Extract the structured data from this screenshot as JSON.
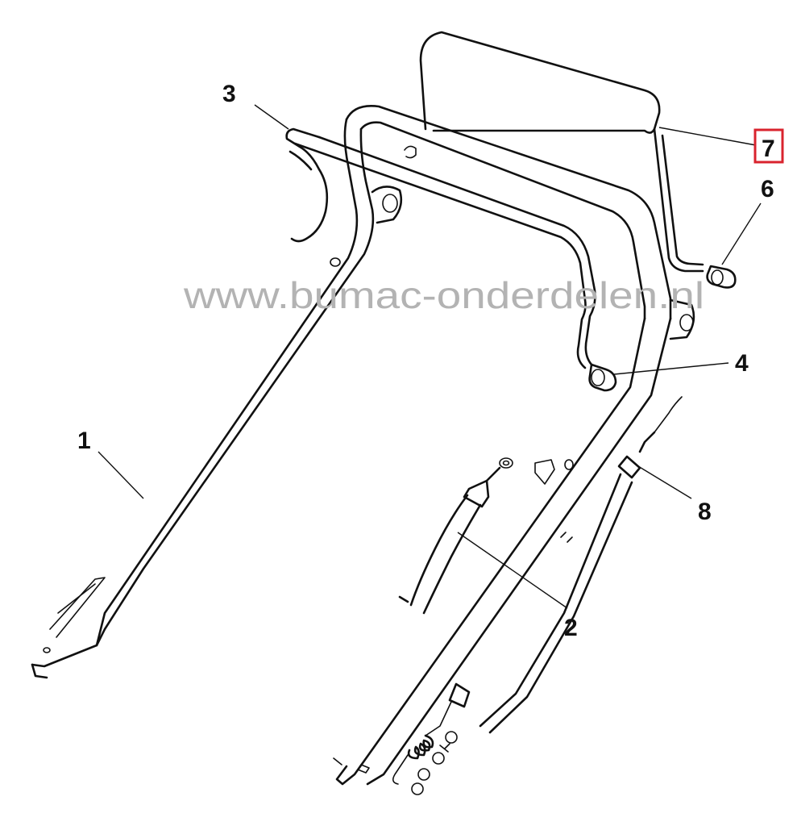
{
  "watermark": "www.bumac-onderdelen.nl",
  "callouts": [
    {
      "id": "1",
      "label": "1"
    },
    {
      "id": "2",
      "label": "2"
    },
    {
      "id": "3",
      "label": "3"
    },
    {
      "id": "4",
      "label": "4"
    },
    {
      "id": "6",
      "label": "6"
    },
    {
      "id": "7",
      "label": "7",
      "highlighted": true
    },
    {
      "id": "8",
      "label": "8"
    }
  ],
  "colors": {
    "line": "#111111",
    "highlight_box": "#d9232e",
    "watermark": "#b3b3b3",
    "background": "#ffffff"
  }
}
